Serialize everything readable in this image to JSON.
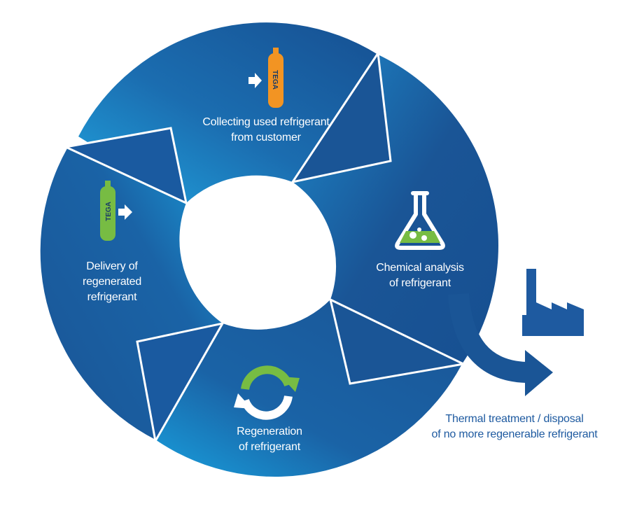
{
  "steps": {
    "collecting": {
      "line1": "Collecting used refrigerant",
      "line2": "from customer",
      "icon": "orange-gas-cylinder-icon",
      "brand": "TEGA"
    },
    "analysis": {
      "line1": "Chemical analysis",
      "line2": "of refrigerant",
      "icon": "flask-icon"
    },
    "regeneration": {
      "line1": "Regeneration",
      "line2": "of refrigerant",
      "icon": "recycle-arrows-icon"
    },
    "delivery": {
      "line1": "Delivery of",
      "line2": "regenerated",
      "line3": "refrigerant",
      "icon": "green-gas-cylinder-icon",
      "brand": "TEGA"
    },
    "disposal": {
      "line1": "Thermal treatment / disposal",
      "line2": "of no more regenerable refrigerant",
      "icon": "factory-icon"
    }
  },
  "colors": {
    "ring_dark": "#1a5596",
    "ring_light": "#17a8e3",
    "cylinder_orange": "#f29423",
    "cylinder_green": "#77bc43",
    "disposal_text": "#1e5aa0"
  }
}
